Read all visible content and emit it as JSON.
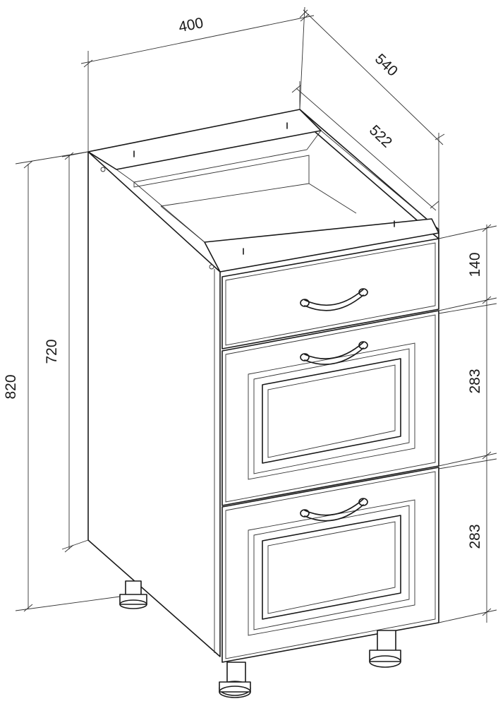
{
  "dimensions": {
    "width": "400",
    "depth_total": "540",
    "depth_body": "522",
    "height_total": "820",
    "height_body": "720",
    "drawer_top": "140",
    "drawer_middle": "283",
    "drawer_bottom": "283"
  },
  "colors": {
    "line": "#1a1a1a",
    "background": "#ffffff"
  }
}
